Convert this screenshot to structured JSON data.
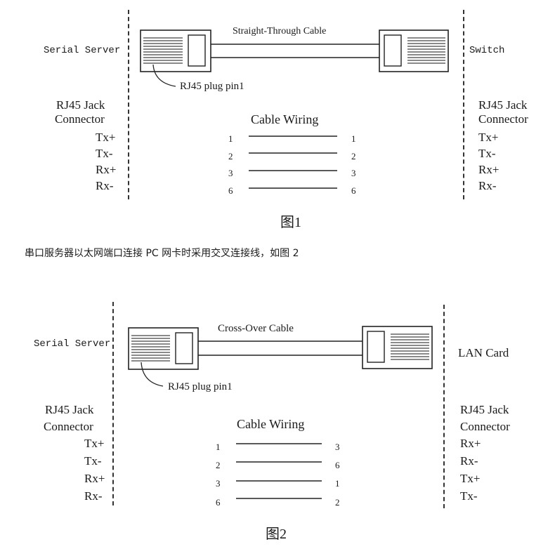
{
  "figure1": {
    "cable_title": "Straight-Through Cable",
    "left_device": "Serial Server",
    "right_device": "Switch",
    "plug_label": "RJ45 plug pin1",
    "left_connector": [
      "RJ45 Jack",
      "Connector"
    ],
    "right_connector": [
      "RJ45 Jack",
      "Connector"
    ],
    "left_signals": [
      "Tx+",
      "Tx-",
      "Rx+",
      "Rx-"
    ],
    "right_signals": [
      "Tx+",
      "Tx-",
      "Rx+",
      "Rx-"
    ],
    "wiring_title": "Cable Wiring",
    "left_pins": [
      "1",
      "2",
      "3",
      "6"
    ],
    "right_pins": [
      "1",
      "2",
      "3",
      "6"
    ],
    "caption": "图1"
  },
  "middle_text": "串口服务器以太网端口连接 PC 网卡时采用交叉连接线，如图 2",
  "figure2": {
    "cable_title": "Cross-Over Cable",
    "left_device": "Serial Server",
    "right_device": "LAN Card",
    "plug_label": "RJ45 plug pin1",
    "left_connector": [
      "RJ45 Jack",
      "Connector"
    ],
    "right_connector": [
      "RJ45 Jack",
      "Connector"
    ],
    "left_signals": [
      "Tx+",
      "Tx-",
      "Rx+",
      "Rx-"
    ],
    "right_signals": [
      "Rx+",
      "Rx-",
      "Tx+",
      "Tx-"
    ],
    "wiring_title": "Cable Wiring",
    "left_pins": [
      "1",
      "2",
      "3",
      "6"
    ],
    "right_pins": [
      "3",
      "6",
      "1",
      "2"
    ],
    "caption": "图2"
  }
}
